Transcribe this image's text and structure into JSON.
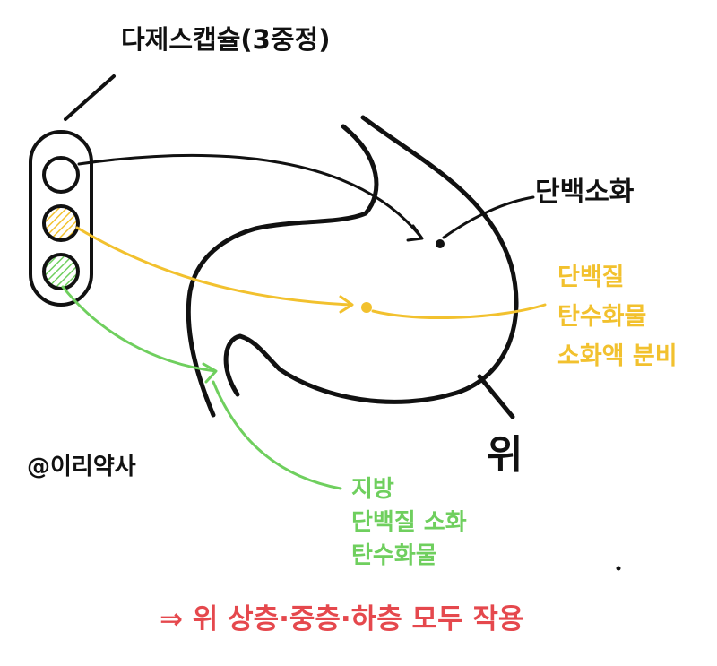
{
  "title": "다제스캡슐(3중정)",
  "stomach_label": "위",
  "credit": "@이리약사",
  "labels": {
    "protein_digestion": "단백소화",
    "yellow_lines": [
      "단백질",
      "탄수화물",
      "소화액 분비"
    ],
    "green_lines": [
      "지방",
      "단백질 소화",
      "탄수화물"
    ]
  },
  "conclusion": "⇒ 위 상층·중층·하층 모두 작용",
  "colors": {
    "ink": "#111111",
    "yellow": "#f2c12e",
    "green": "#6fcf5e",
    "red": "#e5484d"
  }
}
